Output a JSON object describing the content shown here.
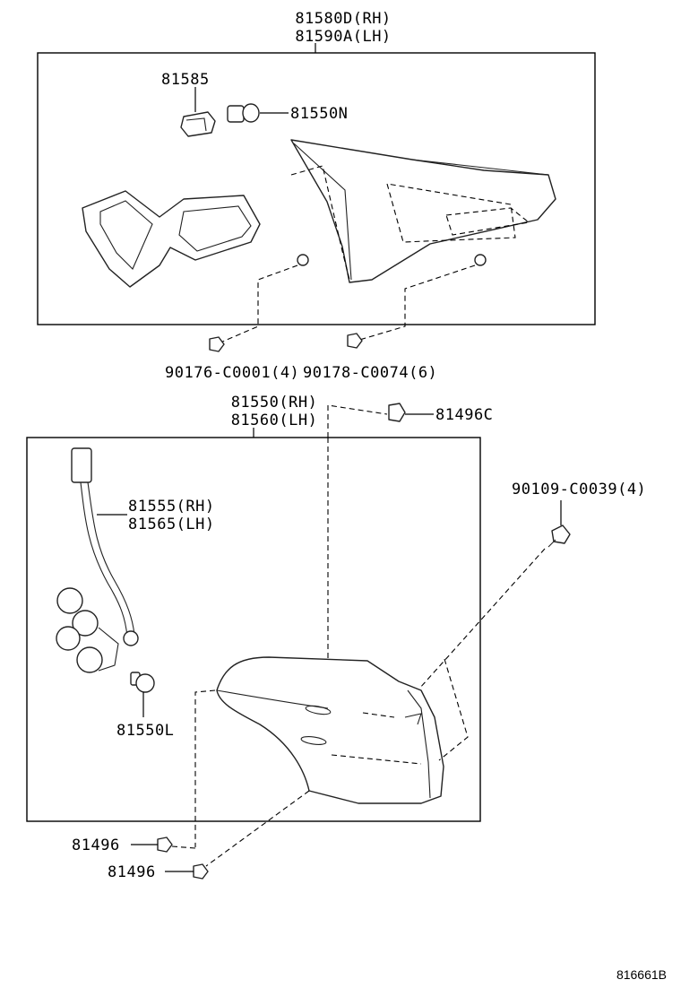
{
  "labels": {
    "outer_lamp_rh": "81580D(RH)",
    "outer_lamp_lh": "81590A(LH)",
    "socket_81585": "81585",
    "bulb_81550n": "81550N",
    "nut_90176": "90176-C0001(4)",
    "nut_90178": "90178-C0074(6)",
    "inner_lamp_rh": "81550(RH)",
    "inner_lamp_lh": "81560(LH)",
    "cushion_81496c": "81496C",
    "screw_90109": "90109-C0039(4)",
    "socket_wire_rh": "81555(RH)",
    "socket_wire_lh": "81565(LH)",
    "bulb_81550l": "81550L",
    "nut_81496_a": "81496",
    "nut_81496_b": "81496",
    "diagram_ref": "816661B"
  }
}
